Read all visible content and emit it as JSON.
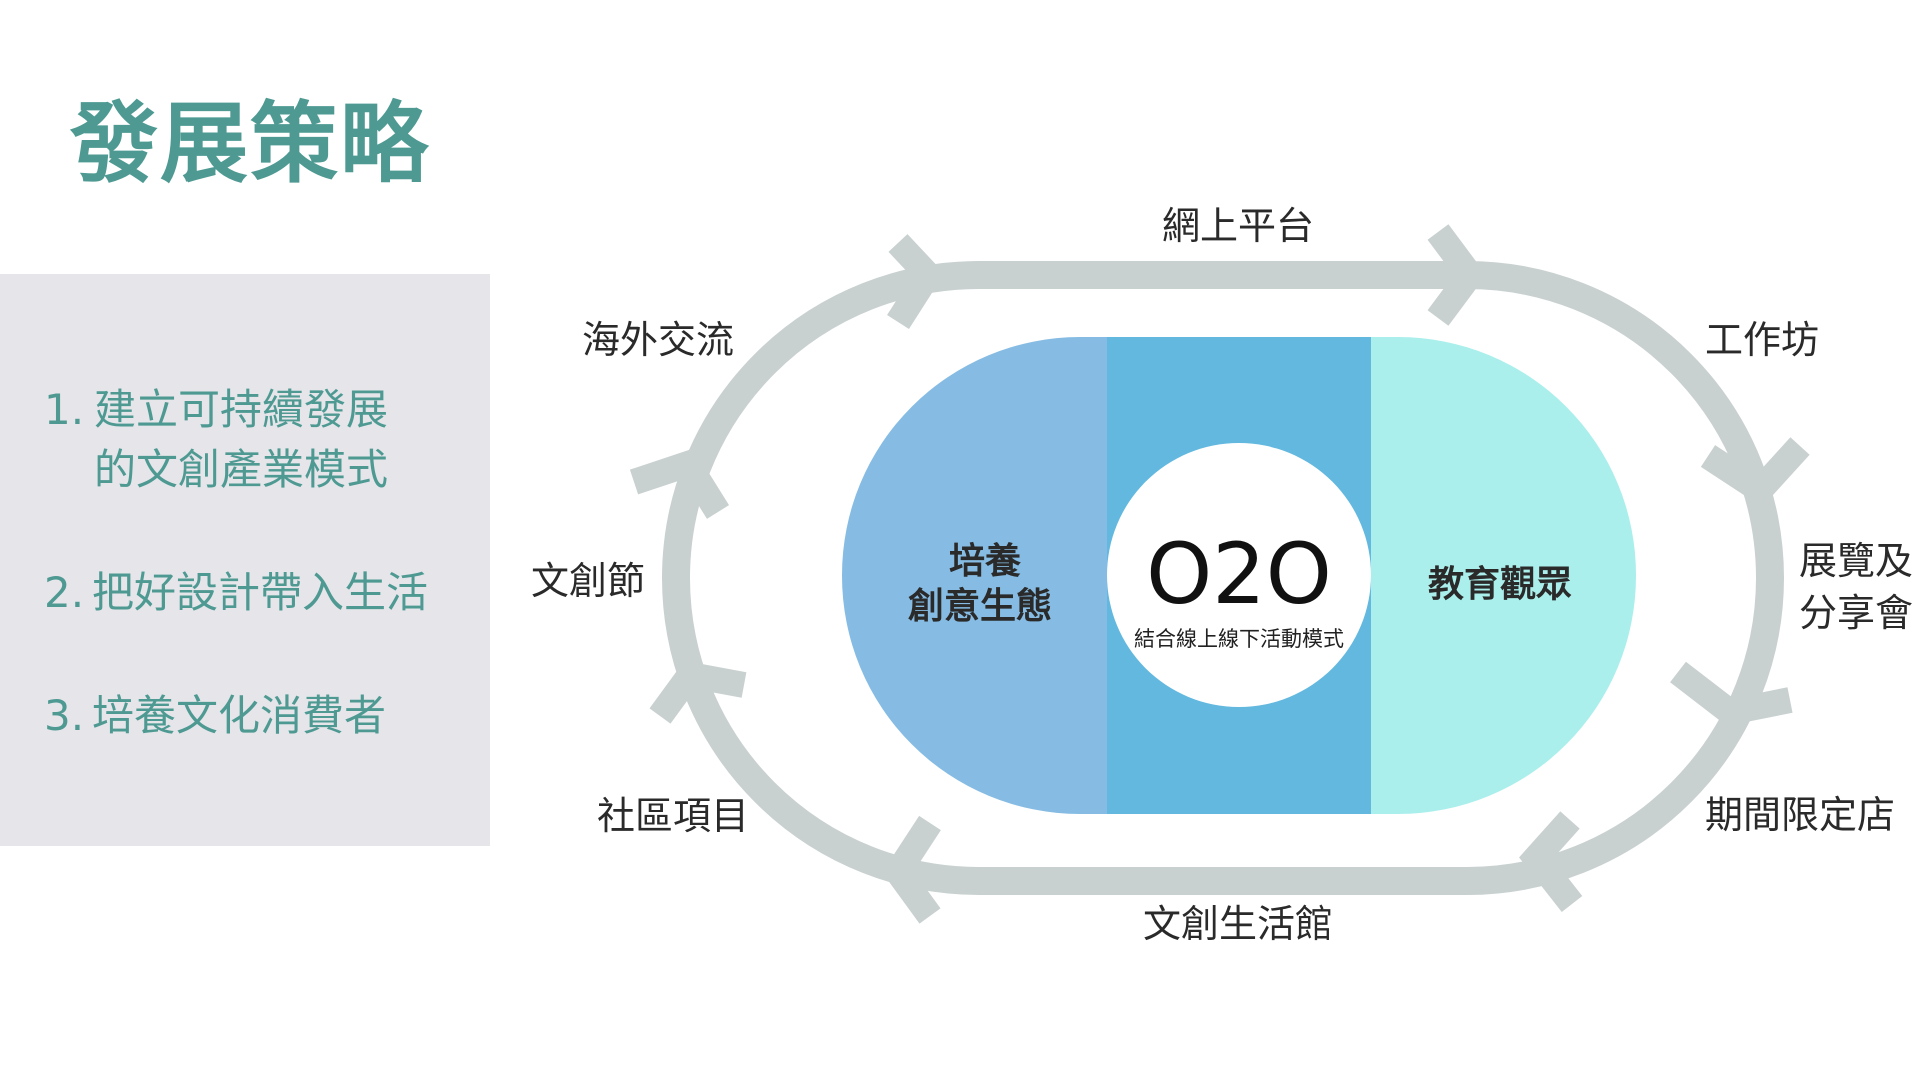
{
  "title": "發展策略",
  "strategies": [
    {
      "num": "1.",
      "lines": [
        "建立可持續發展",
        "的文創產業模式"
      ]
    },
    {
      "num": "2.",
      "lines": [
        "把好設計帶入生活"
      ]
    },
    {
      "num": "3.",
      "lines": [
        "培養文化消費者"
      ]
    }
  ],
  "cycle_labels": {
    "top": "網上平台",
    "top_left": "海外交流",
    "left": "文創節",
    "bottom_left": "社區項目",
    "bottom": "文創生活館",
    "top_right": "工作坊",
    "right_1": "展覽及",
    "right_2": "分享會",
    "bottom_right": "期間限定店"
  },
  "center": {
    "left_line1": "培養",
    "left_line2": "創意生態",
    "right": "教育觀眾",
    "main": "O2O",
    "sub": "結合線上線下活動模式"
  },
  "colors": {
    "title": "#4e9a93",
    "panel_bg": "#e5e5ea",
    "track": "#c8d1d0",
    "left_block": "#86bce3",
    "middle_block": "#62b8df",
    "right_block": "#aaefec"
  }
}
